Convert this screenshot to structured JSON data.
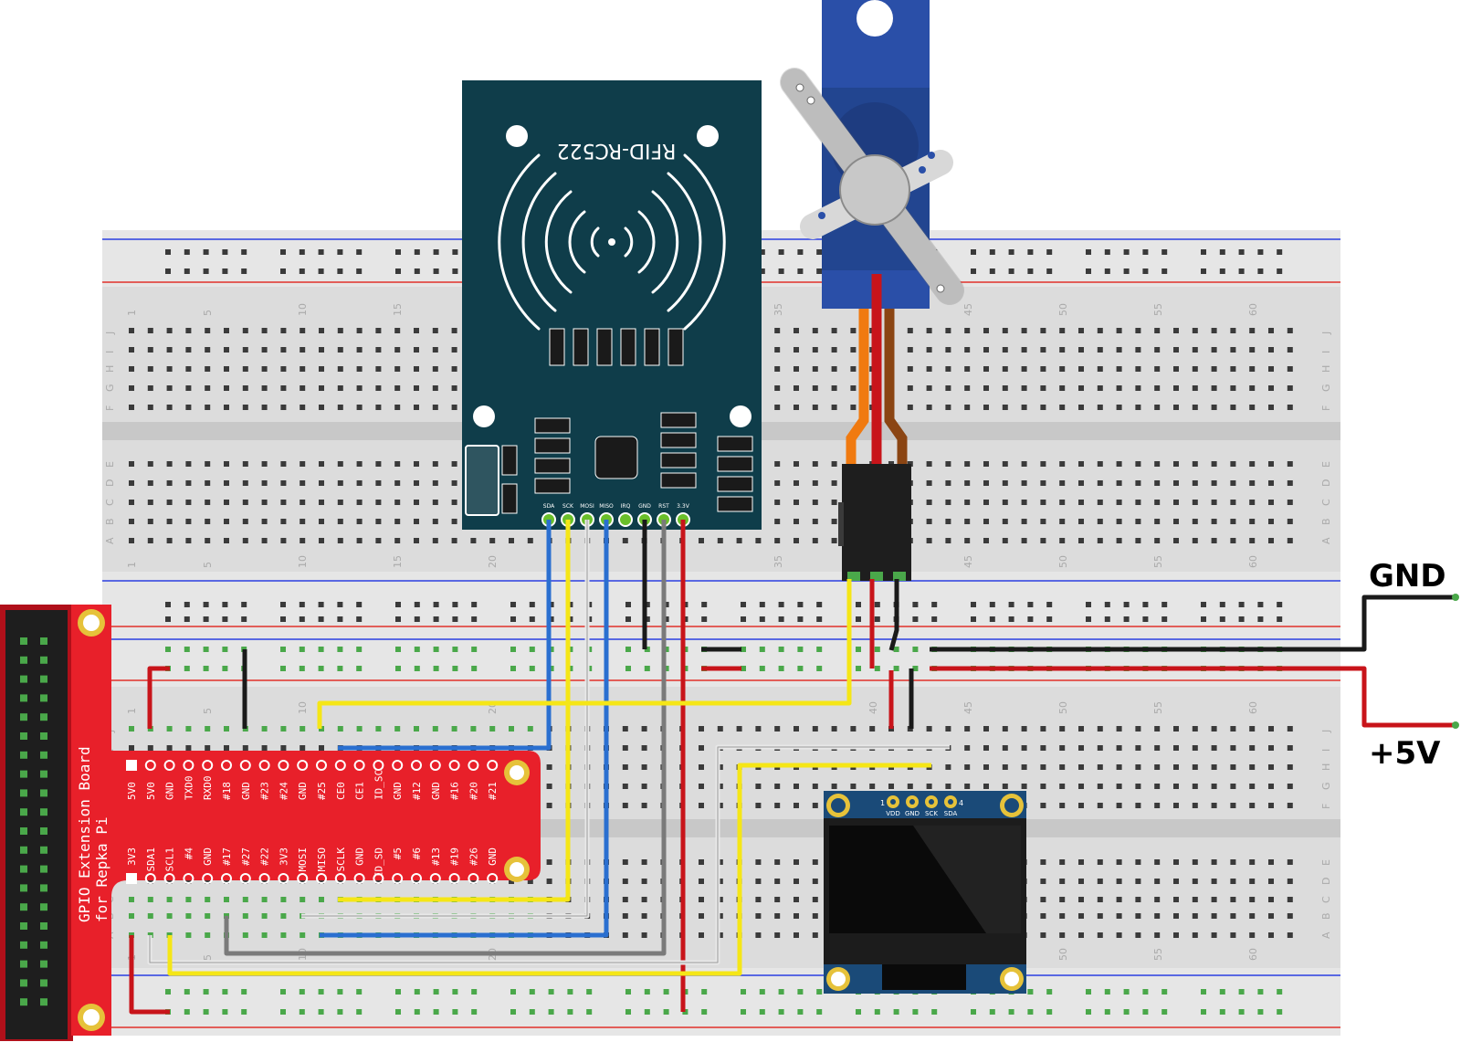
{
  "breadboard_top": {
    "column_numbers": [
      "1",
      "5",
      "10",
      "15",
      "20",
      "35",
      "45",
      "50",
      "55",
      "60"
    ],
    "row_letters_upper": [
      "J",
      "I",
      "H",
      "G",
      "F"
    ],
    "row_letters_lower": [
      "E",
      "D",
      "C",
      "B",
      "A"
    ]
  },
  "breadboard_bottom": {
    "column_numbers": [
      "1",
      "5",
      "10",
      "20",
      "40",
      "45",
      "50",
      "55",
      "60"
    ],
    "row_letters_upper": [
      "J",
      "I",
      "H",
      "G",
      "F"
    ],
    "row_letters_lower": [
      "E",
      "D",
      "C",
      "B",
      "A"
    ]
  },
  "rfid": {
    "title": "RFID-RC522",
    "pins": [
      "SDA",
      "SCK",
      "MOSI",
      "MISO",
      "IRQ",
      "GND",
      "RST",
      "3.3V"
    ]
  },
  "gpio_board": {
    "line1": "GPIO Extension Board",
    "line2": "for Repka Pi",
    "top_pins": [
      "5V0",
      "5V0",
      "GND",
      "TXD0",
      "RXD0",
      "#18",
      "GND",
      "#23",
      "#24",
      "GND",
      "#25",
      "CE0",
      "CE1",
      "ID_SC",
      "GND",
      "#12",
      "GND",
      "#16",
      "#20",
      "#21"
    ],
    "bottom_pins": [
      "3V3",
      "SDA1",
      "SCL1",
      "#4",
      "GND",
      "#17",
      "#27",
      "#22",
      "3V3",
      "MOSI",
      "MISO",
      "SCLK",
      "GND",
      "ID_SD",
      "#5",
      "#6",
      "#13",
      "#19",
      "#26",
      "GND"
    ]
  },
  "oled": {
    "pin_index_left": "1",
    "pin_index_right": "4",
    "pins": [
      "VDD",
      "GND",
      "SCK",
      "SDA"
    ]
  },
  "power": {
    "gnd_label": "GND",
    "vcc_label": "+5V"
  },
  "colors": {
    "board": "#dcdcdc",
    "rail_red": "#e0302a",
    "rail_blue": "#2a3fe0",
    "rfid_pcb": "#0f3d4a",
    "servo": "#2a4fa8",
    "gpio_red": "#e8202a",
    "oled_pcb": "#1a4a78",
    "wire_yellow": "#f5e616",
    "wire_blue": "#2a6fd0",
    "wire_white": "#e8e8e8",
    "wire_gray": "#7a7a7a",
    "wire_black": "#1a1a1a",
    "wire_red": "#c8141a"
  }
}
